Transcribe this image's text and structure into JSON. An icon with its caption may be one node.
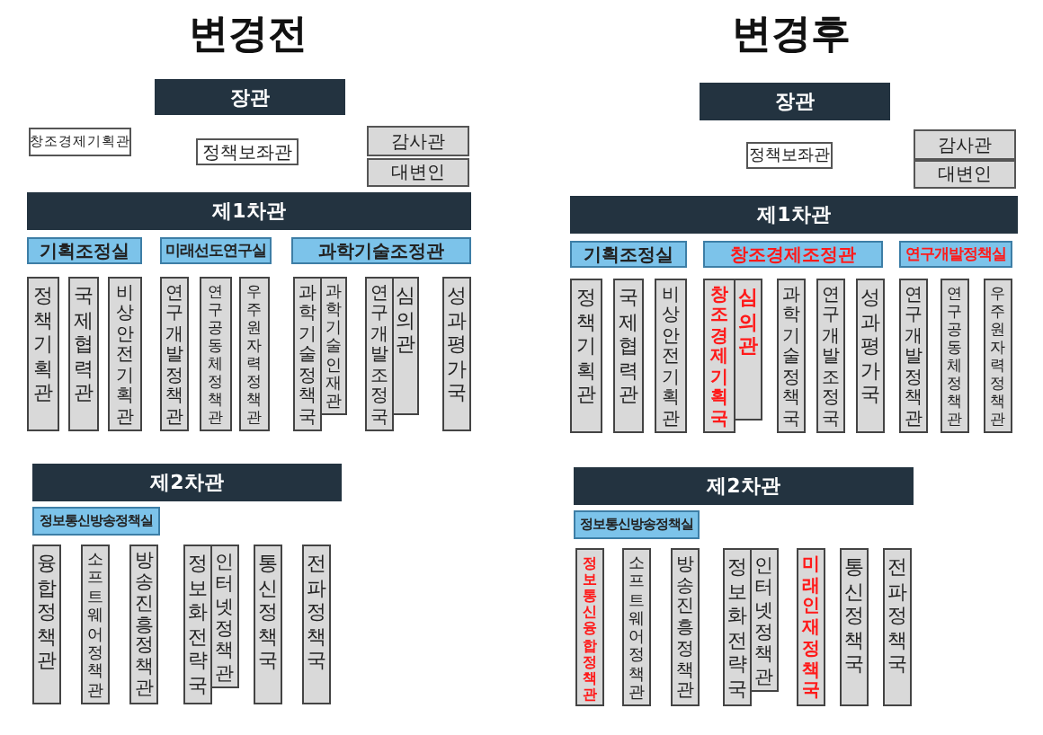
{
  "diagram": {
    "nodes": [
      {
        "text": [
          "장관"
        ]
      },
      {
        "text": [
          "창조경제기획관"
        ]
      },
      {
        "text": [
          "정책보좌관"
        ]
      },
      {
        "text": [
          "감사관"
        ]
      },
      {
        "text": [
          "대변인"
        ]
      },
      {
        "text": [
          "제1차관"
        ]
      },
      {
        "text": [
          "기획조정실"
        ]
      },
      {
        "text": [
          "미래선도연구실"
        ]
      },
      {
        "text": [
          "과학기술조정관"
        ]
      },
      {
        "text": [
          "정책기획관"
        ]
      },
      {
        "text": [
          "국제협력관"
        ]
      },
      {
        "text": [
          "비상안전기획관"
        ]
      },
      {
        "text": [
          "연구개발정책관"
        ]
      },
      {
        "text": [
          "연구공동체정책관"
        ]
      },
      {
        "text": [
          "우주원자력정책관"
        ]
      },
      {
        "text": [
          "과학기술정책국"
        ]
      },
      {
        "text": [
          "과학기술인재관"
        ]
      },
      {
        "text": [
          "연구개발조정국"
        ]
      },
      {
        "text": [
          "심의관"
        ]
      },
      {
        "text": [
          "성과평가국"
        ]
      },
      {
        "text": [
          "제2차관"
        ]
      },
      {
        "text": [
          "정보통신방송정책실"
        ]
      },
      {
        "text": [
          "융합정책관"
        ]
      },
      {
        "text": [
          "소프트웨어정책관"
        ]
      },
      {
        "text": [
          "방송진흥정책관"
        ]
      },
      {
        "text": [
          "정보화전략국"
        ]
      },
      {
        "text": [
          "인터넷정책관"
        ]
      },
      {
        "text": [
          "통신정책국"
        ]
      },
      {
        "text": [
          "전파정책국"
        ]
      },
      {
        "text": [
          "장관"
        ]
      },
      {
        "text": [
          "정책보좌관"
        ]
      },
      {
        "text": [
          "감사관"
        ]
      },
      {
        "text": [
          "대변인"
        ]
      },
      {
        "text": [
          "제1차관"
        ]
      },
      {
        "text": [
          "기획조정실"
        ]
      },
      {
        "text": [
          "창조경제조정관"
        ]
      },
      {
        "text": [
          "연구개발정책실"
        ]
      },
      {
        "text": [
          "정책기획관"
        ]
      },
      {
        "text": [
          "국제협력관"
        ]
      },
      {
        "text": [
          "비상안전기획관"
        ]
      },
      {
        "text": [
          "창조경제기획국"
        ]
      },
      {
        "text": [
          "심의관"
        ]
      },
      {
        "text": [
          "과학기술정책국"
        ]
      },
      {
        "text": [
          "연구개발조정국"
        ]
      },
      {
        "text": [
          "성과평가국"
        ]
      },
      {
        "text": [
          "연구개발정책관"
        ]
      },
      {
        "text": [
          "연구공동체정책관"
        ]
      },
      {
        "text": [
          "우주원자력정책관"
        ]
      },
      {
        "text": [
          "제2차관"
        ]
      },
      {
        "text": [
          "정보통신방송정책실"
        ]
      },
      {
        "text": [
          "정보통신융합정책관"
        ]
      },
      {
        "text": [
          "소프트웨어정책관"
        ]
      },
      {
        "text": [
          "방송진흥정책관"
        ]
      },
      {
        "text": [
          "정보화전략국"
        ]
      },
      {
        "text": [
          "인터넷정책관"
        ]
      },
      {
        "text": [
          "미래인재정책국"
        ]
      },
      {
        "text": [
          "통신정책국"
        ]
      },
      {
        "text": [
          "전파정책국"
        ]
      }
    ],
    "labels": [
      "변경전",
      "변경후"
    ]
  }
}
